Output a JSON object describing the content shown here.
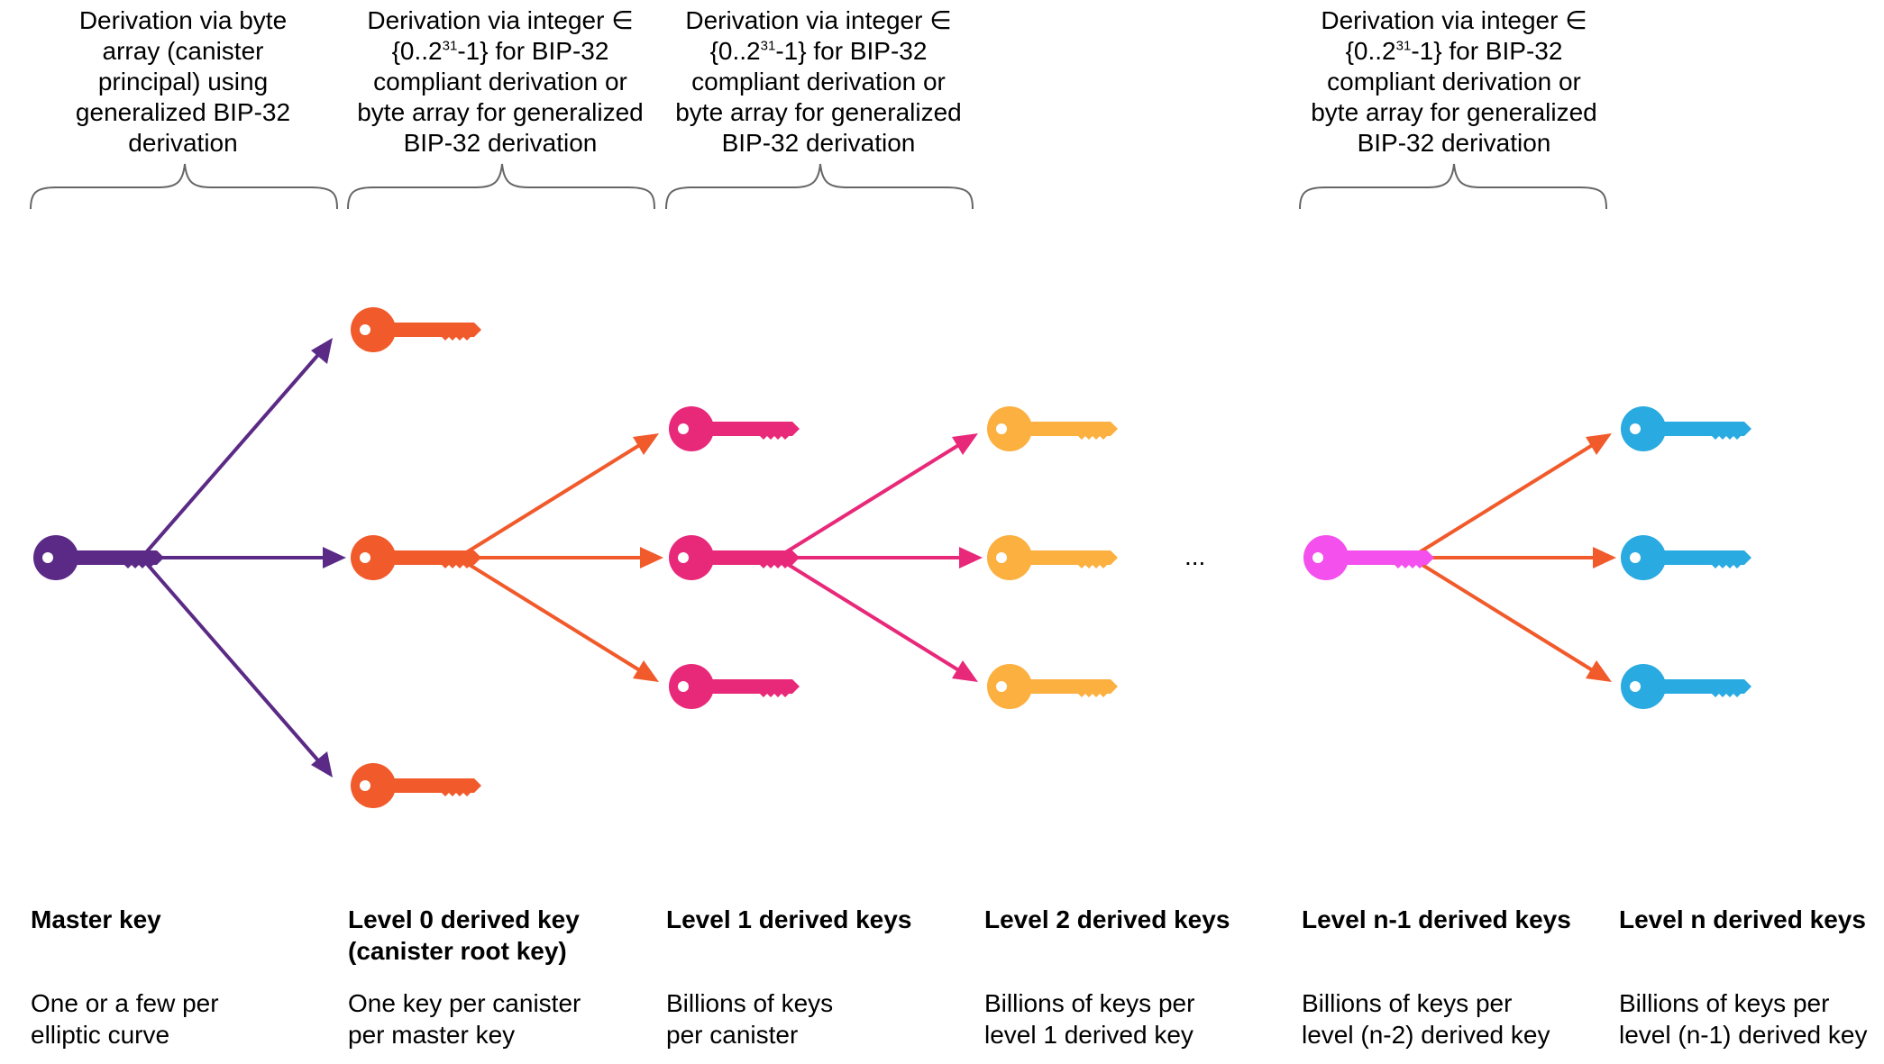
{
  "headers": [
    {
      "lines": [
        "Derivation via byte",
        "array (canister",
        "principal) using",
        "generalized BIP-32",
        "derivation"
      ]
    },
    {
      "l1": "Derivation via integer ∈",
      "l2_pre": "{0..2",
      "l2_sup": "31",
      "l2_post": "-1} for BIP-32",
      "l3": "compliant derivation or",
      "l4": "byte array for generalized",
      "l5": "BIP-32 derivation"
    },
    {
      "l1": "Derivation via integer ∈",
      "l2_pre": "{0..2",
      "l2_sup": "31",
      "l2_post": "-1} for BIP-32",
      "l3": "compliant derivation or",
      "l4": "byte array for generalized",
      "l5": "BIP-32 derivation"
    },
    {
      "l1": "Derivation via integer ∈",
      "l2_pre": "{0..2",
      "l2_sup": "31",
      "l2_post": "-1} for BIP-32",
      "l3": "compliant derivation or",
      "l4": "byte array for generalized",
      "l5": "BIP-32 derivation"
    }
  ],
  "columns": [
    {
      "title": [
        "Master key"
      ],
      "desc": [
        "One or a few per",
        "elliptic curve"
      ]
    },
    {
      "title": [
        "Level 0 derived key",
        "(canister root key)"
      ],
      "desc": [
        "One key per canister",
        "per master key"
      ]
    },
    {
      "title": [
        "Level 1 derived keys"
      ],
      "desc": [
        "Billions of keys",
        "per canister"
      ]
    },
    {
      "title": [
        "Level 2 derived keys"
      ],
      "desc": [
        "Billions of keys per",
        "level 1 derived key"
      ]
    },
    {
      "title": [
        "Level n-1 derived keys"
      ],
      "desc": [
        "Billions of keys per",
        "level (n-2) derived key"
      ]
    },
    {
      "title": [
        "Level n derived keys"
      ],
      "desc": [
        "Billions of keys per",
        "level (n-1) derived key"
      ]
    }
  ],
  "ellipsis": "...",
  "colors": {
    "master": "#5b2a86",
    "level0": "#f15a2b",
    "level1": "#e8297a",
    "level2": "#fbb040",
    "level_n_minus_1": "#f450ee",
    "level_n": "#29aae1",
    "brace": "#666666"
  },
  "icons": [
    "key-icon",
    "arrow-icon",
    "curly-brace-icon"
  ]
}
